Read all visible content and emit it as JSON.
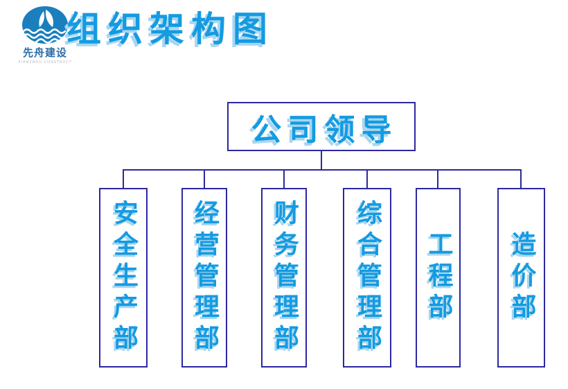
{
  "title": "组织架构图",
  "logo": {
    "name": "先舟建设",
    "tagline": "XIANZHOU CONSTRUCT"
  },
  "org": {
    "root": {
      "label": "公司领导"
    },
    "departments": [
      {
        "label": "安全生产部"
      },
      {
        "label": "经营管理部"
      },
      {
        "label": "财务管理部"
      },
      {
        "label": "综合管理部"
      },
      {
        "label": "工程部"
      },
      {
        "label": "造价部"
      }
    ]
  },
  "colors": {
    "accent_blue": "#149be1",
    "accent_shadow": "#a9d6f1",
    "line_navy": "#2b28a0",
    "logo_blue": "#1b7fbe"
  }
}
